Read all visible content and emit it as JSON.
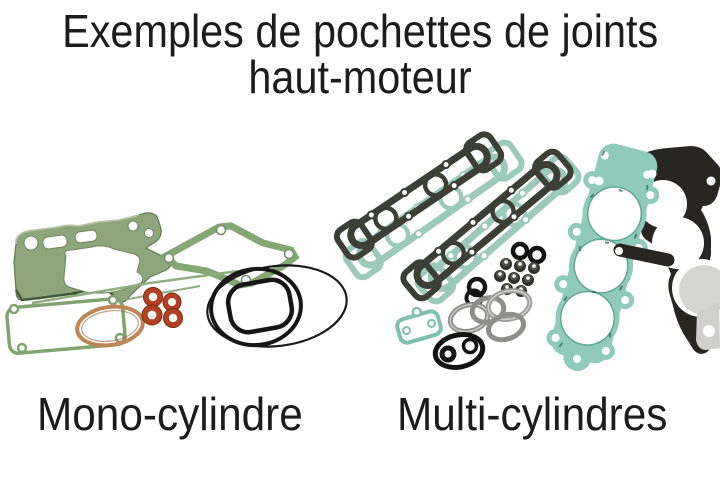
{
  "title": {
    "line1": "Exemples de pochettes de joints",
    "line2": "haut-moteur"
  },
  "labels": {
    "left": "Mono-cylindre",
    "right": "Multi-cylindres"
  },
  "palette": {
    "text": "#1c1c1c",
    "sage_green": "#8da57d",
    "sage_dark": "#5f7b52",
    "teal": "#9bcabb",
    "teal_deep": "#8fcabb",
    "teal_dark": "#5fa893",
    "olive_dark": "#3c3f35",
    "charcoal": "#272622",
    "orange_red": "#b24023",
    "copper": "#bd8455",
    "steel_gray": "#8e8e8c",
    "black": "#151515"
  },
  "figures": {
    "left": {
      "name": "mono-cylinder-gasket-kit",
      "parts": [
        "base-gasket",
        "head-gasket-outline",
        "copper-washer",
        "orange-crush-washers",
        "black-o-rings"
      ]
    },
    "right": {
      "name": "multi-cylinder-gasket-kit",
      "parts": [
        "valve-cover-gaskets",
        "head-gasket-teal",
        "head-gasket-dark",
        "valve-stem-seals",
        "piston-rings",
        "exhaust-gasket",
        "o-rings"
      ]
    }
  }
}
